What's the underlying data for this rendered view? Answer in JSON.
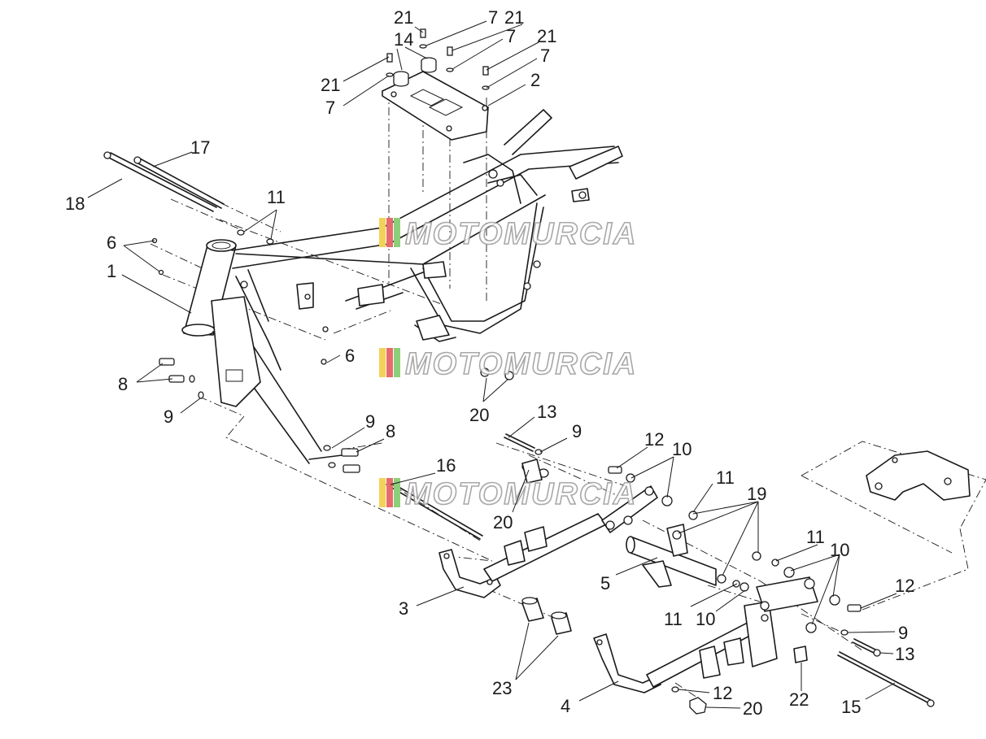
{
  "watermark": {
    "text": "MOTOMURCIA",
    "stripe_colors": [
      "#f2d35a",
      "#e86a6a",
      "#8ccf7a"
    ]
  },
  "callouts": [
    {
      "id": "c21a",
      "label": "21"
    },
    {
      "id": "c7a",
      "label": "7"
    },
    {
      "id": "c21b",
      "label": "21"
    },
    {
      "id": "c14",
      "label": "14"
    },
    {
      "id": "c7b",
      "label": "7"
    },
    {
      "id": "c21c",
      "label": "21"
    },
    {
      "id": "c7c",
      "label": "7"
    },
    {
      "id": "c21d",
      "label": "21"
    },
    {
      "id": "c7d",
      "label": "7"
    },
    {
      "id": "c2",
      "label": "2"
    },
    {
      "id": "c17",
      "label": "17"
    },
    {
      "id": "c18",
      "label": "18"
    },
    {
      "id": "c11a",
      "label": "11"
    },
    {
      "id": "c6a",
      "label": "6"
    },
    {
      "id": "c1",
      "label": "1"
    },
    {
      "id": "c6b",
      "label": "6"
    },
    {
      "id": "c8a",
      "label": "8"
    },
    {
      "id": "c9a",
      "label": "9"
    },
    {
      "id": "c20a",
      "label": "20"
    },
    {
      "id": "c9b",
      "label": "9"
    },
    {
      "id": "c8b",
      "label": "8"
    },
    {
      "id": "c13a",
      "label": "13"
    },
    {
      "id": "c9c",
      "label": "9"
    },
    {
      "id": "c16",
      "label": "16"
    },
    {
      "id": "c12a",
      "label": "12"
    },
    {
      "id": "c10a",
      "label": "10"
    },
    {
      "id": "c11b",
      "label": "11"
    },
    {
      "id": "c19",
      "label": "19"
    },
    {
      "id": "c20b",
      "label": "20"
    },
    {
      "id": "c5",
      "label": "5"
    },
    {
      "id": "c11c",
      "label": "11"
    },
    {
      "id": "c10b",
      "label": "10"
    },
    {
      "id": "c12b",
      "label": "12"
    },
    {
      "id": "c3",
      "label": "3"
    },
    {
      "id": "c11d",
      "label": "11"
    },
    {
      "id": "c10c",
      "label": "10"
    },
    {
      "id": "c9d",
      "label": "9"
    },
    {
      "id": "c13b",
      "label": "13"
    },
    {
      "id": "c23",
      "label": "23"
    },
    {
      "id": "c4",
      "label": "4"
    },
    {
      "id": "c12c",
      "label": "12"
    },
    {
      "id": "c20c",
      "label": "20"
    },
    {
      "id": "c22",
      "label": "22"
    },
    {
      "id": "c15",
      "label": "15"
    }
  ]
}
